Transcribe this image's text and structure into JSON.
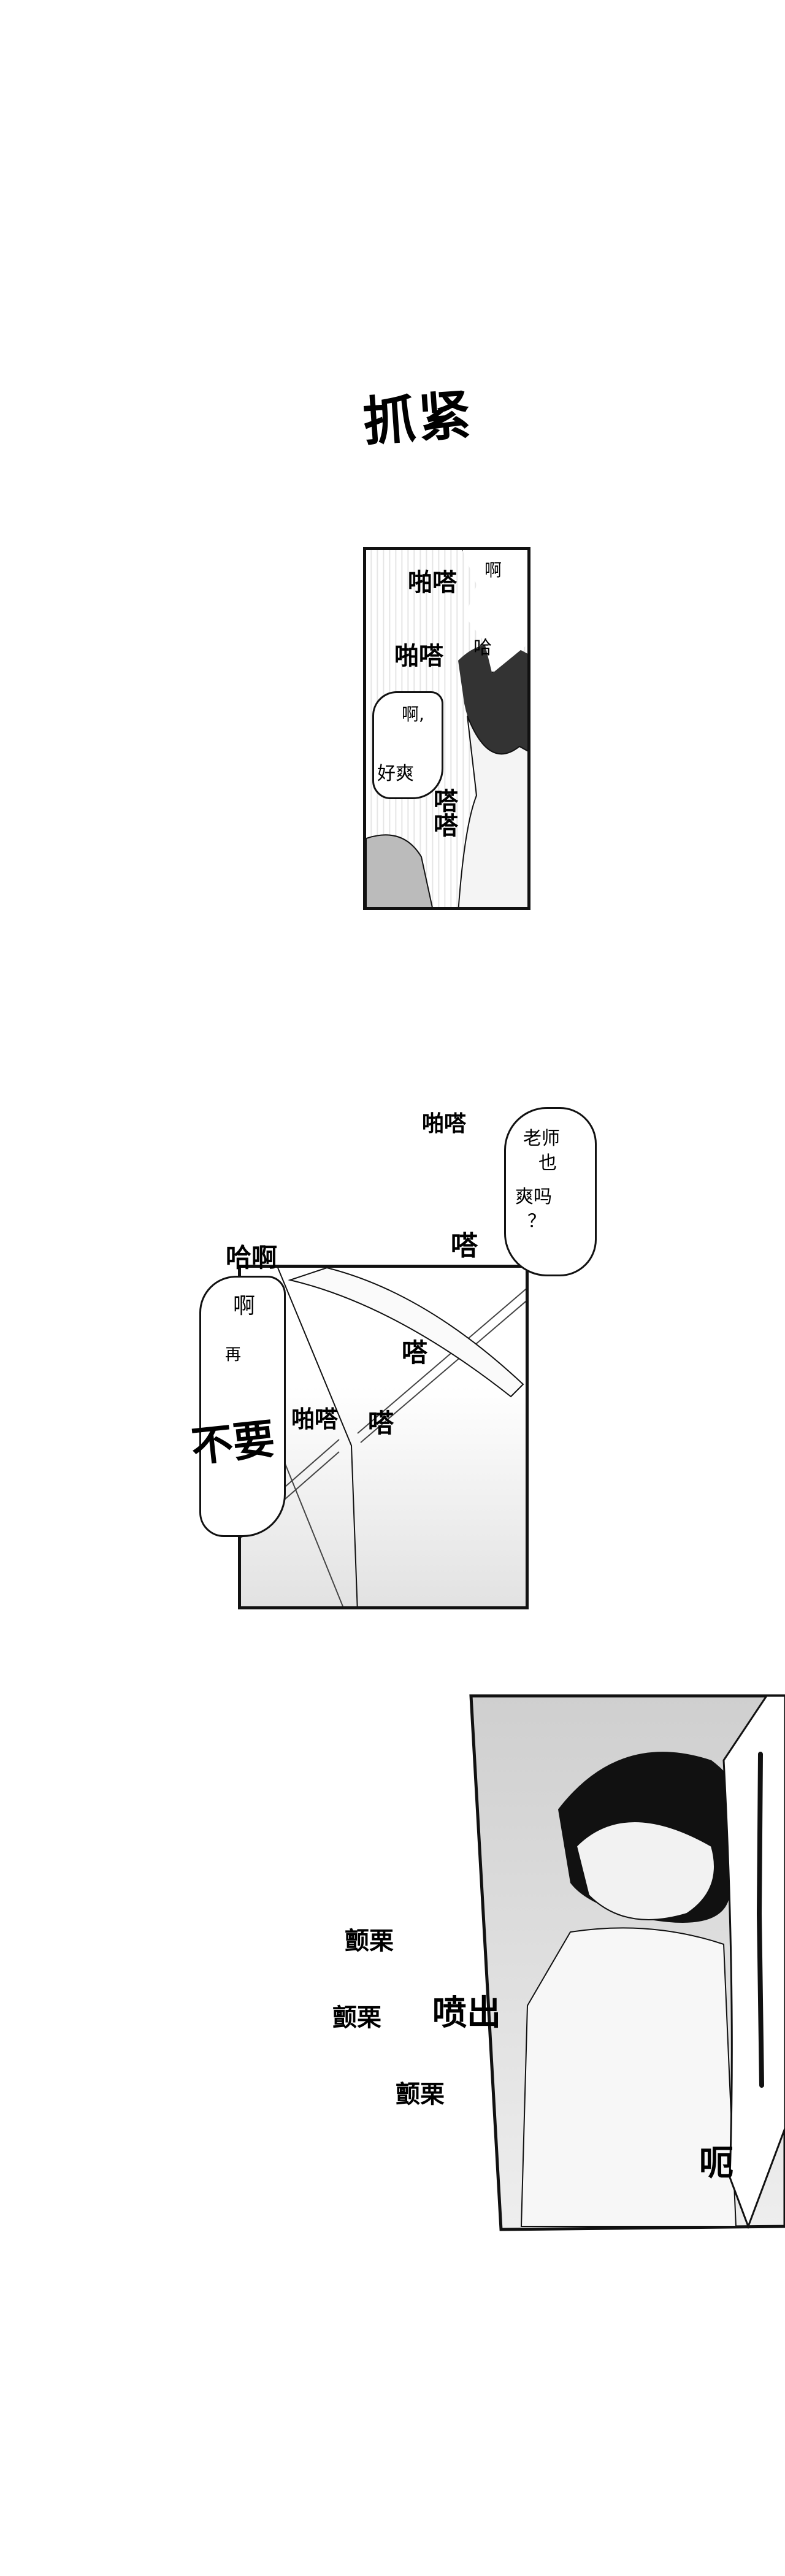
{
  "title_sfx": "抓紧",
  "panel1": {
    "sfx_pata_1": "啪嗒",
    "sfx_pata_2": "啪嗒",
    "speech_a": "啊",
    "speech_ha": "哈",
    "speech_a2": "啊,",
    "speech_haoshuang": "好爽",
    "sfx_dada": "嗒嗒"
  },
  "panel2": {
    "sfx_pata_top": "啪嗒",
    "speech_teacher_1": "老师",
    "speech_teacher_2": "也",
    "speech_teacher_3": "爽吗",
    "speech_teacher_4": "？",
    "sfx_da_1": "嗒",
    "speech_haa": "哈啊",
    "speech_a": "啊",
    "speech_zai": "再",
    "speech_buyao": "不要",
    "sfx_pata": "啪嗒",
    "sfx_da_2": "嗒",
    "sfx_da_3": "嗒"
  },
  "panel3": {
    "sfx_tremble_1": "颤栗",
    "sfx_tremble_2": "颤栗",
    "sfx_tremble_3": "颤栗",
    "sfx_spurt": "喷出",
    "speech_e": "呃"
  }
}
